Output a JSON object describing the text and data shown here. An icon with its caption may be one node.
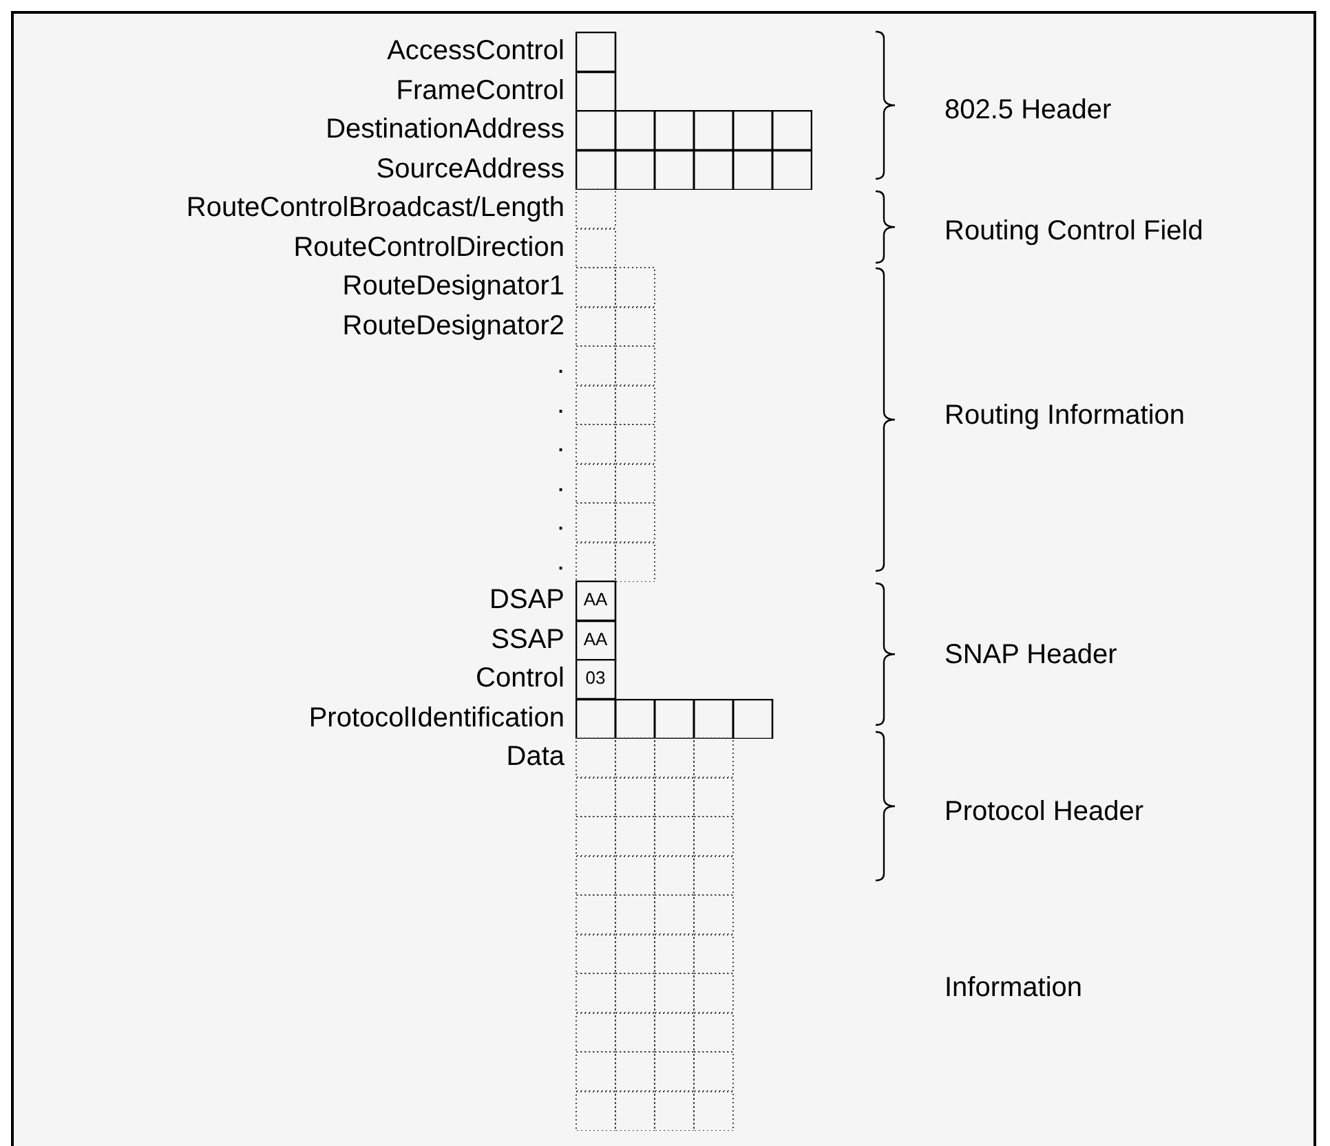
{
  "diagram": {
    "nodes": [
      {
        "text": [
          "AccessControl"
        ]
      },
      {
        "text": [
          "FrameControl"
        ]
      },
      {
        "text": [
          "DestinationAddress"
        ]
      },
      {
        "text": [
          "SourceAddress"
        ]
      },
      {
        "text": [
          "RouteControlBroadcast/Length"
        ]
      },
      {
        "text": [
          "RouteControlDirection"
        ]
      },
      {
        "text": [
          "RouteDesignator1"
        ]
      },
      {
        "text": [
          "RouteDesignator2"
        ]
      },
      {
        "text": [
          "."
        ]
      },
      {
        "text": [
          "."
        ]
      },
      {
        "text": [
          "."
        ]
      },
      {
        "text": [
          "."
        ]
      },
      {
        "text": [
          "."
        ]
      },
      {
        "text": [
          "."
        ]
      },
      {
        "text": [
          "DSAP",
          "AA"
        ]
      },
      {
        "text": [
          "SSAP",
          "AA"
        ]
      },
      {
        "text": [
          "Control",
          "03"
        ]
      },
      {
        "text": [
          "ProtocolIdentification"
        ]
      },
      {
        "text": [
          "Data"
        ]
      },
      {
        "text": [],
        "shape": "box"
      },
      {
        "text": [],
        "shape": "box"
      },
      {
        "text": [],
        "shape": "box"
      },
      {
        "text": [],
        "shape": "box"
      },
      {
        "text": [],
        "shape": "box"
      },
      {
        "text": [],
        "shape": "box"
      },
      {
        "text": [],
        "shape": "box"
      },
      {
        "text": [],
        "shape": "box"
      },
      {
        "text": [],
        "shape": "box"
      }
    ],
    "edges": [],
    "labels": [
      "802.5 Header",
      "Routing Control Field",
      "Routing Information",
      "SNAP Header",
      "Protocol Header",
      "Information"
    ]
  }
}
